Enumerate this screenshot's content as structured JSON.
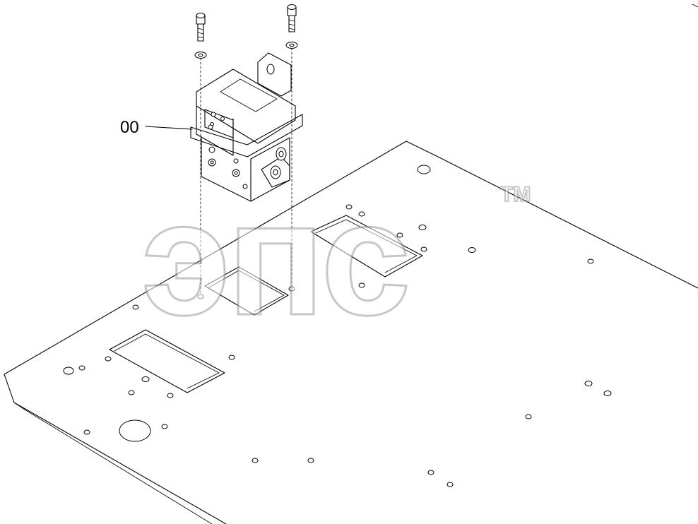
{
  "callout": {
    "label": "00"
  },
  "watermark": {
    "text": "эпс",
    "trademark": "TM"
  },
  "colors": {
    "line": "#000000",
    "background": "#ffffff",
    "watermark": "#9a9a9a"
  }
}
